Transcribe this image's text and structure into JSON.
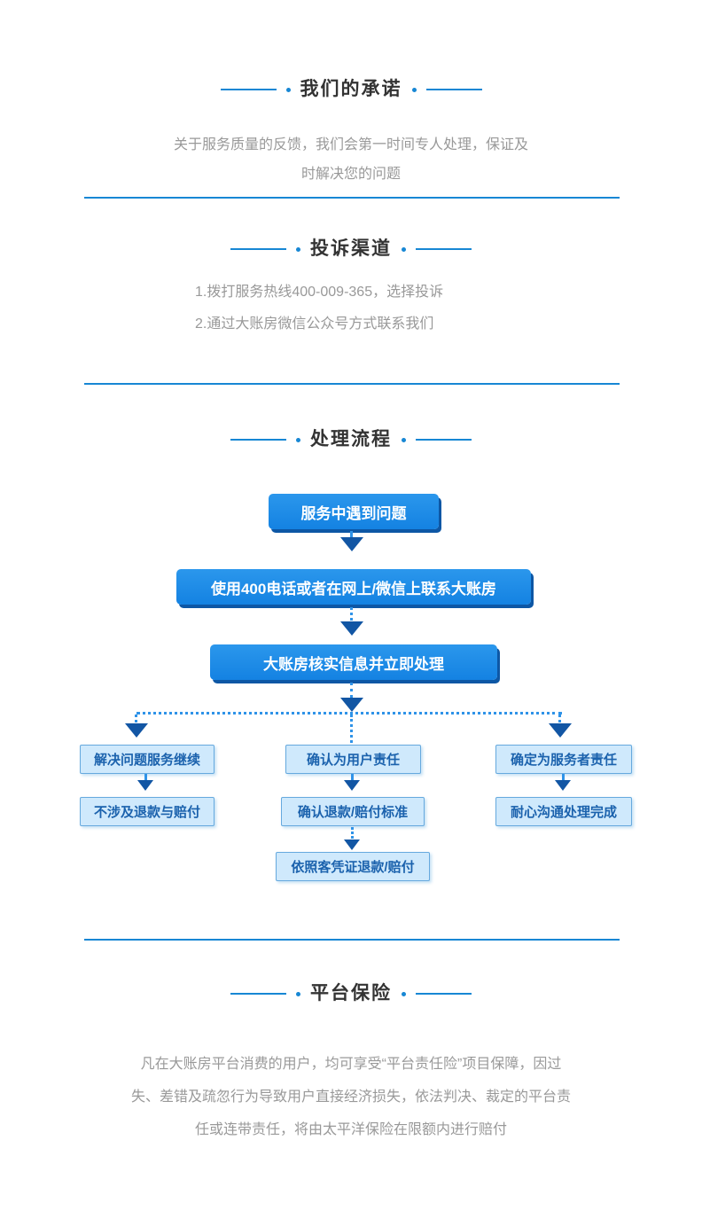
{
  "sections": {
    "promise": {
      "title": "我们的承诺",
      "body": "关于服务质量的反馈，我们会第一时间专人处理，保证及时解决您的问题"
    },
    "channels": {
      "title": "投诉渠道",
      "items": [
        "1.拨打服务热线400-009-365，选择投诉",
        "2.通过大账房微信公众号方式联系我们"
      ]
    },
    "process": {
      "title": "处理流程"
    },
    "insurance": {
      "title": "平台保险",
      "body": "凡在大账房平台消费的用户，均可享受“平台责任险”项目保障，因过失、差错及疏忽行为导致用户直接经济损失，依法判决、裁定的平台责任或连带责任，将由太平洋保险在限额内进行赔付"
    }
  },
  "flow": {
    "steps": [
      "服务中遇到问题",
      "使用400电话或者在网上/微信上联系大账房",
      "大账房核实信息并立即处理"
    ],
    "branch_left": [
      "解决问题服务继续",
      "不涉及退款与赔付"
    ],
    "branch_middle": [
      "确认为用户责任",
      "确认退款/赔付标准",
      "依照客凭证退款/赔付"
    ],
    "branch_right": [
      "确定为服务者责任",
      "耐心沟通处理完成"
    ]
  },
  "colors": {
    "accent_line": "#1787d4",
    "heading_text": "#333333",
    "muted_text": "#999999",
    "dark_box": "#1482e2",
    "dark_box_shadow": "#0d57a5",
    "light_box_bg": "#cfe9fc",
    "light_box_border": "#66a9de",
    "light_box_text": "#1b62ad",
    "dotted_connector": "#2f93e8",
    "arrowhead": "#1256a4"
  }
}
